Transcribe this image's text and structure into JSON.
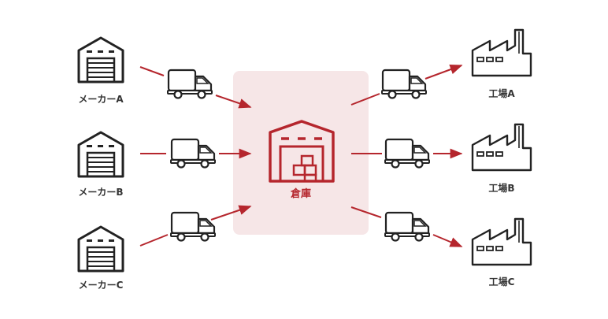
{
  "colors": {
    "accent": "#b5262d",
    "warehouse_bg": "#f6e6e7",
    "icon_stroke": "#333333"
  },
  "suppliers": [
    {
      "label": "メーカーA",
      "icon": "supplier-building-icon"
    },
    {
      "label": "メーカーB",
      "icon": "supplier-building-icon"
    },
    {
      "label": "メーカーC",
      "icon": "supplier-building-icon"
    }
  ],
  "warehouse": {
    "label": "倉庫",
    "icon": "warehouse-icon"
  },
  "factories": [
    {
      "label": "工場A",
      "icon": "factory-icon"
    },
    {
      "label": "工場B",
      "icon": "factory-icon"
    },
    {
      "label": "工場C",
      "icon": "factory-icon"
    }
  ],
  "truck_icon": "delivery-truck-icon",
  "arrow_icon": "red-arrow-icon"
}
